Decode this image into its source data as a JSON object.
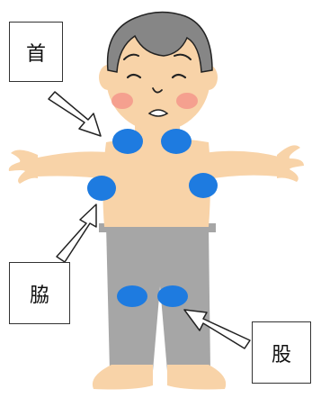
{
  "labels": {
    "neck": "首",
    "armpit": "脇",
    "groin": "股"
  },
  "colors": {
    "skin": "#f8d3a8",
    "hair": "#868686",
    "pants": "#a6a6a6",
    "marker": "#1e7be0",
    "cheek": "#f5a08f",
    "outline": "#222222"
  }
}
